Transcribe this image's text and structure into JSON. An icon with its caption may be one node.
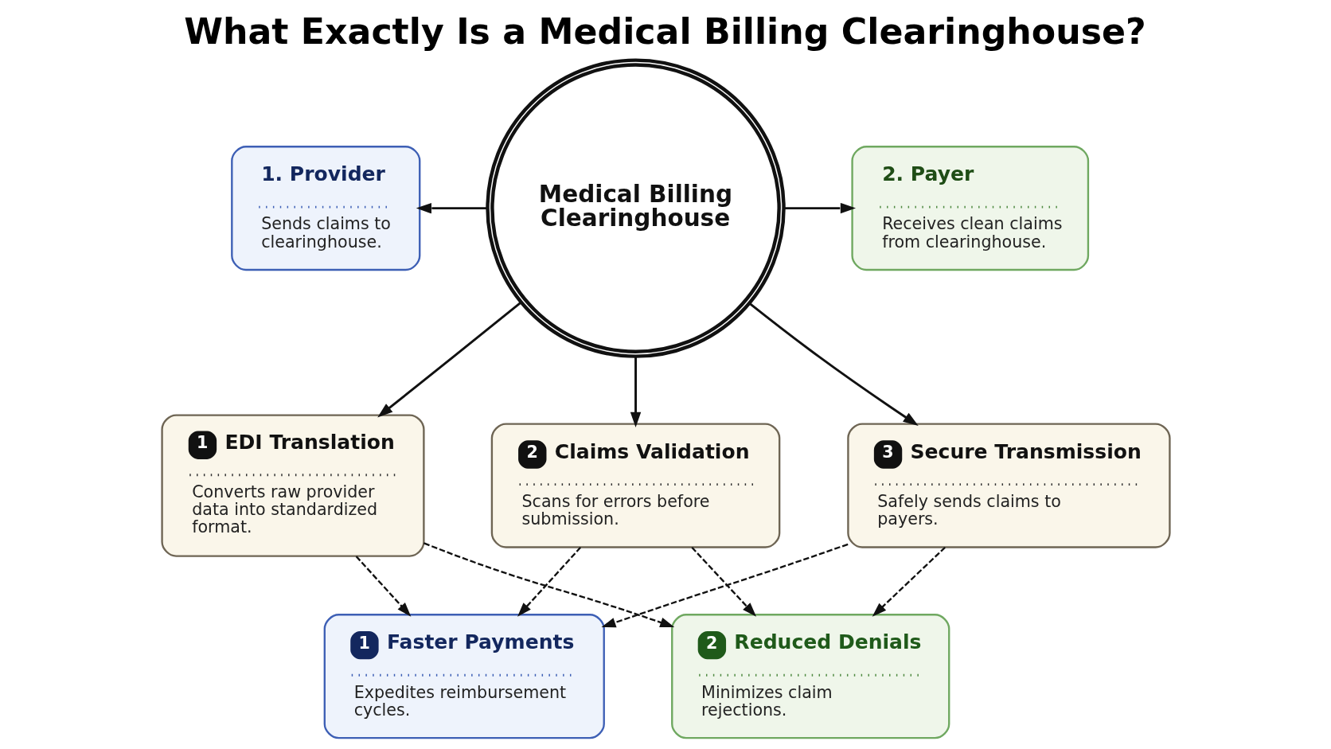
{
  "diagram": {
    "title": "What Exactly Is a Medical Billing Clearinghouse?",
    "nodes": [
      {
        "text": [
          "Medical Billing Clearinghouse"
        ]
      },
      {
        "text": [
          "1. Provider",
          "Sends claims to clearinghouse."
        ]
      },
      {
        "text": [
          "2. Payer",
          "Receives clean claims from clearinghouse."
        ]
      },
      {
        "text": [
          "1",
          "EDI Translation",
          "Converts raw provider data into standardized format."
        ]
      },
      {
        "text": [
          "2",
          "Claims Validation",
          "Scans for errors before submission."
        ]
      },
      {
        "text": [
          "3",
          "Secure Transmission",
          "Safely sends claims to payers."
        ]
      },
      {
        "text": [
          "1",
          "Faster Payments",
          "Expedites reimbursement cycles."
        ]
      },
      {
        "text": [
          "2",
          "Reduced Denials",
          "Minimizes claim rejections."
        ]
      }
    ],
    "edges": [
      {
        "from": 0,
        "to": 1,
        "arrow": "to"
      },
      {
        "from": 0,
        "to": 2,
        "arrow": "to"
      },
      {
        "from": 0,
        "to": 3,
        "arrow": "to"
      },
      {
        "from": 0,
        "to": 4,
        "arrow": "to"
      },
      {
        "from": 0,
        "to": 5,
        "arrow": "to"
      },
      {
        "from": 3,
        "to": 6,
        "arrow": "to",
        "style": "dashed"
      },
      {
        "from": 3,
        "to": 7,
        "arrow": "to",
        "style": "dashed"
      },
      {
        "from": 4,
        "to": 6,
        "arrow": "to",
        "style": "dashed"
      },
      {
        "from": 4,
        "to": 7,
        "arrow": "to",
        "style": "dashed"
      },
      {
        "from": 5,
        "to": 6,
        "arrow": "to",
        "style": "dashed"
      },
      {
        "from": 5,
        "to": 7,
        "arrow": "to",
        "style": "dashed"
      }
    ]
  }
}
